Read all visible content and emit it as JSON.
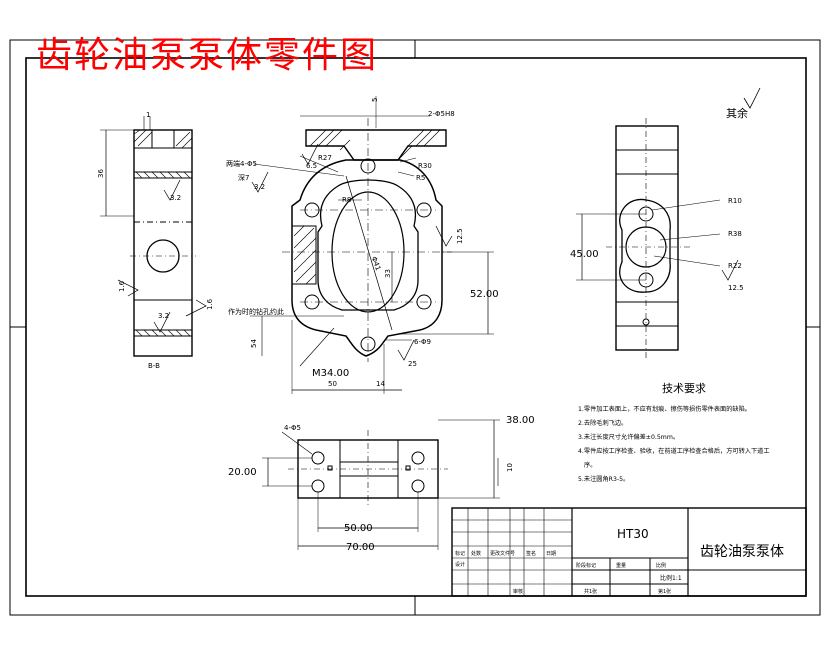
{
  "title_overlay": "齿轮油泵泵体零件图",
  "roughness_note": "其余",
  "left_view": {
    "label_bottom": "B-B",
    "dim_top": "1",
    "dim_height": "36",
    "rough_top": "3.2",
    "rough_left": "1.6",
    "rough_bottom": "3.2",
    "rough_right": "1.6"
  },
  "front_view": {
    "dim_top_right": "2-Φ5H8",
    "dim_top_left_small": "5",
    "note_left_1": "两端4-Φ5",
    "note_left_2": "深7",
    "r27": "R27",
    "rough_65": "6.5",
    "rough_32b": "3.2",
    "r30": "R30",
    "r5": "R5",
    "r8": "R8",
    "phi41": "Φ41",
    "dim_33": "33",
    "dim_52": "52.00",
    "rough_125": "12.5",
    "note_pipe": "作为时的钻孔约此",
    "dim_54": "54",
    "m34": "M34.00",
    "dim_6phi": "6-Φ9",
    "rough_25": "25",
    "dim_50": "50",
    "dim_14": "14"
  },
  "right_view": {
    "r10": "R10",
    "r38": "R38",
    "r22": "R22",
    "dim_45": "45.00",
    "rough_125": "12.5"
  },
  "bottom_view": {
    "dim_38": "38.00",
    "dim_4phi": "4-Φ5",
    "dim_20": "20.00",
    "dim_50": "50.00",
    "dim_70": "70.00",
    "dim_10": "10"
  },
  "requirements": {
    "title": "技术要求",
    "items": [
      "1.零件加工表面上，不应有划痕、擦伤等损伤零件表面的缺陷。",
      "2.去除毛刺飞边。",
      "3.未注长度尺寸允许偏差±0.5mm。",
      "4.零件应按工序检查、验收，在前道工序检查合格后，方可转入下道工",
      "序。",
      "5.未注圆角R3-5。"
    ]
  },
  "title_block": {
    "material": "HT30",
    "part_name": "齿轮油泵泵体",
    "scale": "比例1:1",
    "cells": {
      "c1": "标记",
      "c2": "处数",
      "c3": "更改文件号",
      "c4": "签名",
      "c5": "日期",
      "c6": "设计",
      "c7": "阶段标记",
      "c8": "重量",
      "c9": "比例",
      "c10": "共1张",
      "c11": "第1张",
      "c12": "审核"
    }
  }
}
